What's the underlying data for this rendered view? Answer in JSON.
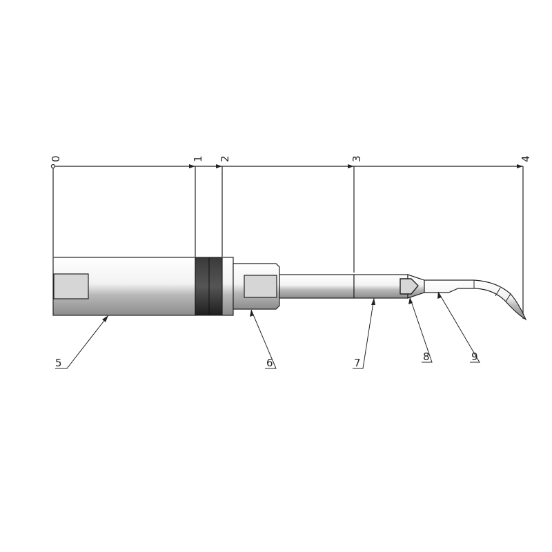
{
  "dimension_labels": [
    "0",
    "1",
    "2",
    "3",
    "4"
  ],
  "callouts": [
    "5",
    "6",
    "7",
    "8",
    "9"
  ],
  "colors": {
    "line": "#222222",
    "metal_light": "#f4f4f4",
    "metal_mid": "#c8c8c8",
    "metal_dark": "#8a8a8a",
    "flat": "#d6d6d6",
    "oring": "#2e2e2e"
  }
}
